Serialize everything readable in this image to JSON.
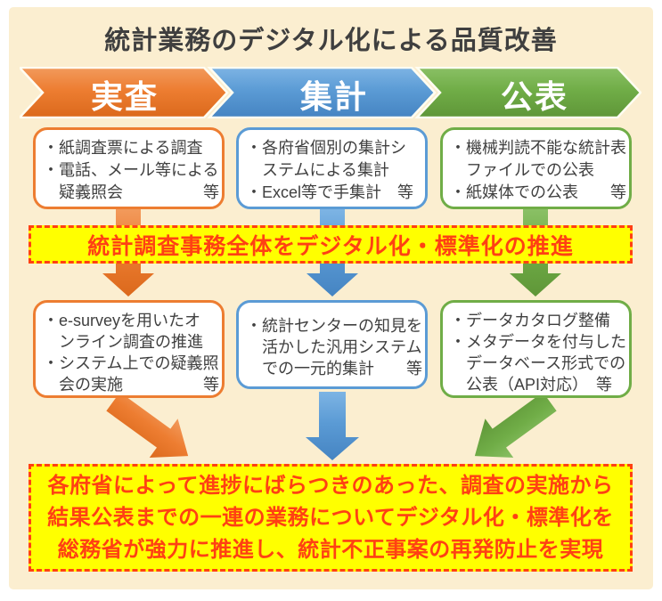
{
  "title": "統計業務のデジタル化による品質改善",
  "colors": {
    "background": "#FBEED0",
    "orange": "#ED7D31",
    "blue": "#5B9BD5",
    "green": "#70AD47",
    "banner_background": "#FFFF00",
    "banner_text": "#FF4013",
    "body_text": "#404040",
    "title_text": "#3F3F3F"
  },
  "phases": [
    {
      "label": "実査",
      "current": {
        "lines": [
          "・紙調査票による調査",
          "・電話、メール等による",
          "　疑義照会　　　　　等"
        ]
      },
      "digitalized": {
        "lines": [
          "・e-surveyを用いたオ",
          "　ンライン調査の推進",
          "・システム上での疑義照",
          "　会の実施　　　　　等"
        ]
      }
    },
    {
      "label": "集計",
      "current": {
        "lines": [
          "・各府省個別の集計シ",
          "　ステムによる集計",
          "・Excel等で手集計　等"
        ]
      },
      "digitalized": {
        "lines": [
          "・統計センターの知見を",
          "　活かした汎用システム",
          "　での一元的集計　　等"
        ]
      }
    },
    {
      "label": "公表",
      "current": {
        "lines": [
          "・機械判読不能な統計表",
          "　ファイルでの公表",
          "・紙媒体での公表　　等"
        ]
      },
      "digitalized": {
        "lines": [
          "・データカタログ整備",
          "・メタデータを付与した",
          "　データベース形式での",
          "　公表（API対応）　等"
        ]
      }
    }
  ],
  "middle_banner": {
    "text": "統計調査事務全体をデジタル化・標準化の推進"
  },
  "bottom_banner": {
    "lines": [
      "各府省によって進捗にばらつきのあった、調査の実施から",
      "結果公表までの一連の業務についてデジタル化・標準化を",
      "総務省が強力に推進し、統計不正事案の再発防止を実現"
    ]
  }
}
